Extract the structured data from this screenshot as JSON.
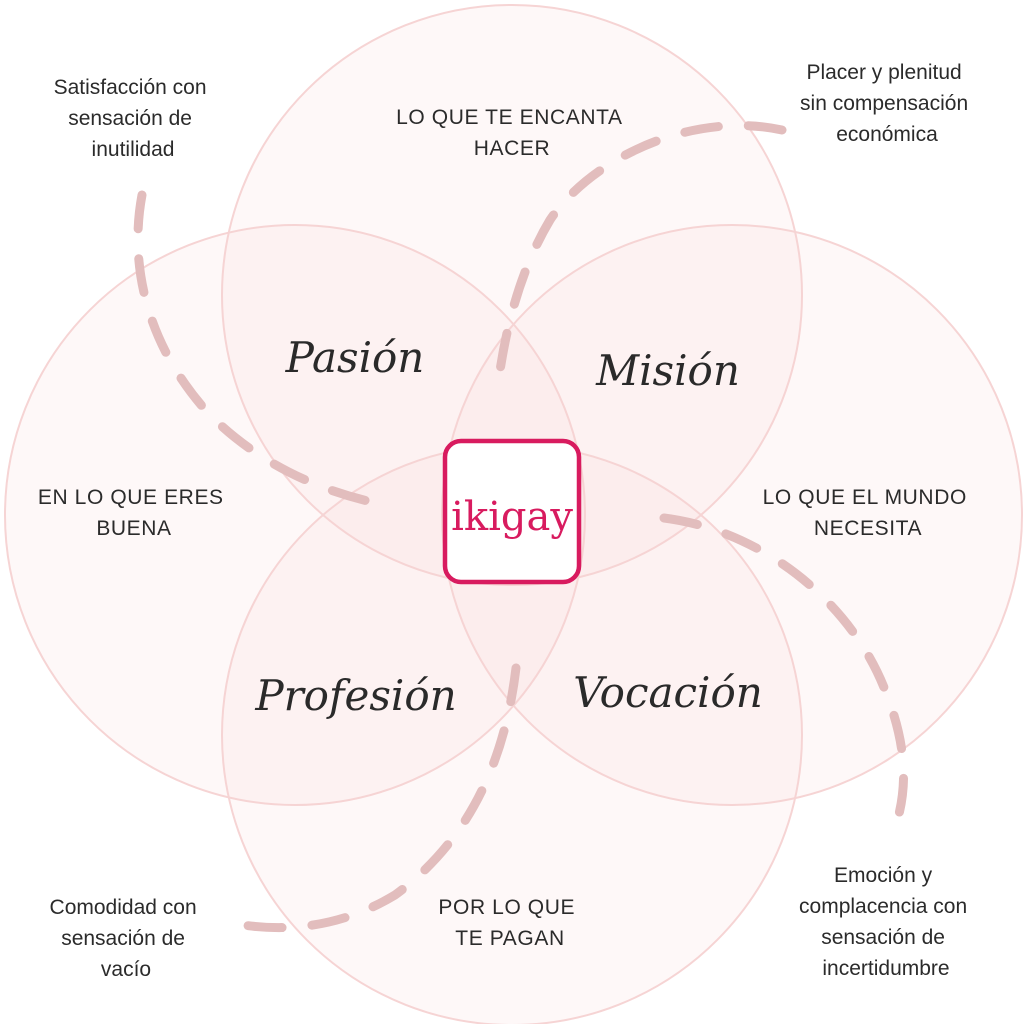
{
  "circles": {
    "top": [
      "LO QUE TE ENCANTA",
      "HACER"
    ],
    "left": [
      "EN LO QUE ERES",
      "BUENA"
    ],
    "right": [
      "LO QUE EL MUNDO",
      "NECESITA"
    ],
    "bottom": [
      "POR LO QUE",
      "TE PAGAN"
    ]
  },
  "intersections": {
    "pasion": "Pasión",
    "mision": "Misión",
    "profesion": "Profesión",
    "vocacion": "Vocación"
  },
  "center_logo": "ikigay",
  "notes": {
    "top_left": [
      "Satisfacción con",
      "sensación de",
      "inutilidad"
    ],
    "top_right": [
      "Placer y plenitud",
      "sin compensación",
      "económica"
    ],
    "bottom_left": [
      "Comodidad con",
      "sensación de",
      "vacío"
    ],
    "bottom_right": [
      "Emoción y",
      "complacencia con",
      "sensación de",
      "incertidumbre"
    ]
  },
  "colors": {
    "circle_fill": "#f7d2d1",
    "circle_stroke": "#f6d4d4",
    "dash": "#e2bdbd",
    "accent": "#d81b5f",
    "text": "#2b2b2b"
  }
}
